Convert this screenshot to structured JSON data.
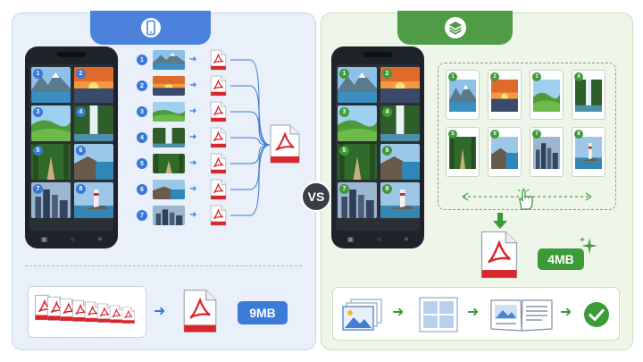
{
  "left_panel": {
    "icon": "smartphone-icon",
    "items": [
      {
        "num": "1",
        "scene": "mountain-lake"
      },
      {
        "num": "2",
        "scene": "sunset"
      },
      {
        "num": "3",
        "scene": "green-hills"
      },
      {
        "num": "4",
        "scene": "waterfall"
      },
      {
        "num": "5",
        "scene": "forest-path"
      },
      {
        "num": "6",
        "scene": "coast"
      },
      {
        "num": "7",
        "scene": "city"
      },
      {
        "num": "8",
        "scene": "lighthouse"
      }
    ],
    "list_nums": [
      "1",
      "2",
      "3",
      "4",
      "5",
      "6",
      "7"
    ],
    "size_label": "9MB"
  },
  "divider_label": "VS",
  "right_panel": {
    "icon": "layers-icon",
    "size_label": "4MB",
    "flow_icons": [
      "images-icon",
      "grid-layout-icon",
      "document-book-icon",
      "check-circle-icon"
    ]
  },
  "colors": {
    "blue_accent": "#3c7ad9",
    "green_accent": "#3d9a38",
    "pdf_red": "#d8262c"
  }
}
